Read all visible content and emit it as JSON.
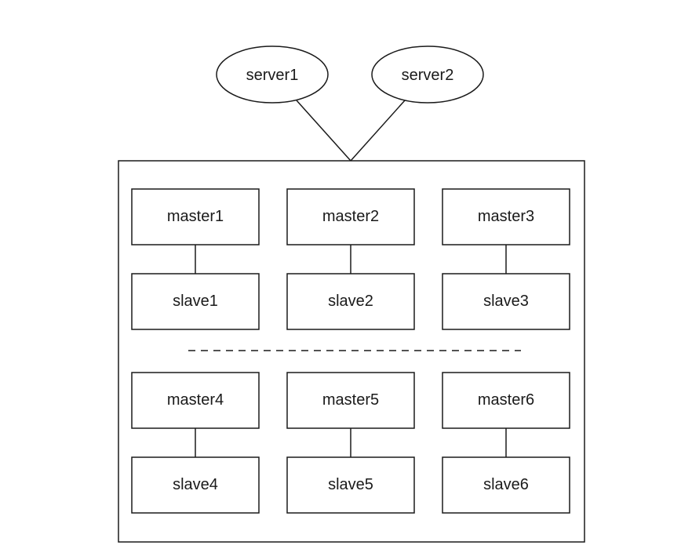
{
  "diagram": {
    "servers": [
      {
        "id": "server1",
        "label": "server1"
      },
      {
        "id": "server2",
        "label": "server2"
      }
    ],
    "groups": [
      {
        "pairs": [
          {
            "master": "master1",
            "slave": "slave1"
          },
          {
            "master": "master2",
            "slave": "slave2"
          },
          {
            "master": "master3",
            "slave": "slave3"
          }
        ]
      },
      {
        "pairs": [
          {
            "master": "master4",
            "slave": "slave4"
          },
          {
            "master": "master5",
            "slave": "slave5"
          },
          {
            "master": "master6",
            "slave": "slave6"
          }
        ]
      }
    ],
    "edges": [
      {
        "from": "server1",
        "to": "cluster"
      },
      {
        "from": "server2",
        "to": "cluster"
      },
      {
        "from": "master1",
        "to": "slave1"
      },
      {
        "from": "master2",
        "to": "slave2"
      },
      {
        "from": "master3",
        "to": "slave3"
      },
      {
        "from": "master4",
        "to": "slave4"
      },
      {
        "from": "master5",
        "to": "slave5"
      },
      {
        "from": "master6",
        "to": "slave6"
      }
    ]
  }
}
